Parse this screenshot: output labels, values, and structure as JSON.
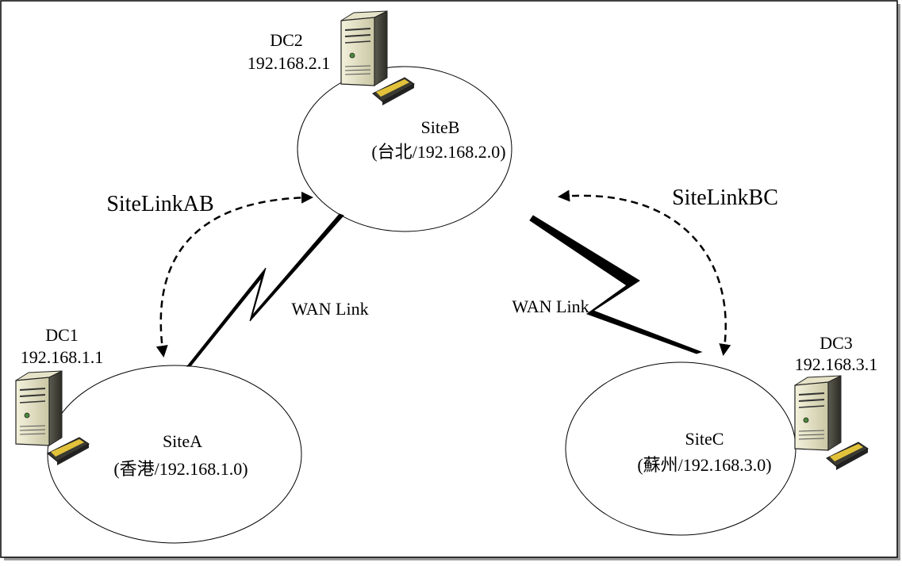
{
  "sites": {
    "b": {
      "name": "SiteB",
      "detail": "(台北/192.168.2.0)"
    },
    "a": {
      "name": "SiteA",
      "detail": "(香港/192.168.1.0)"
    },
    "c": {
      "name": "SiteC",
      "detail": "(蘇州/192.168.3.0)"
    }
  },
  "servers": {
    "dc2": {
      "name": "DC2",
      "ip": "192.168.2.1"
    },
    "dc1": {
      "name": "DC1",
      "ip": "192.168.1.1"
    },
    "dc3": {
      "name": "DC3",
      "ip": "192.168.3.1"
    }
  },
  "links": {
    "ab": "SiteLinkAB",
    "bc": "SiteLinkBC",
    "wan_left": "WAN Link",
    "wan_right": "WAN Link"
  },
  "icons": [
    "server-tower-icon",
    "lightning-bolt-icon"
  ]
}
